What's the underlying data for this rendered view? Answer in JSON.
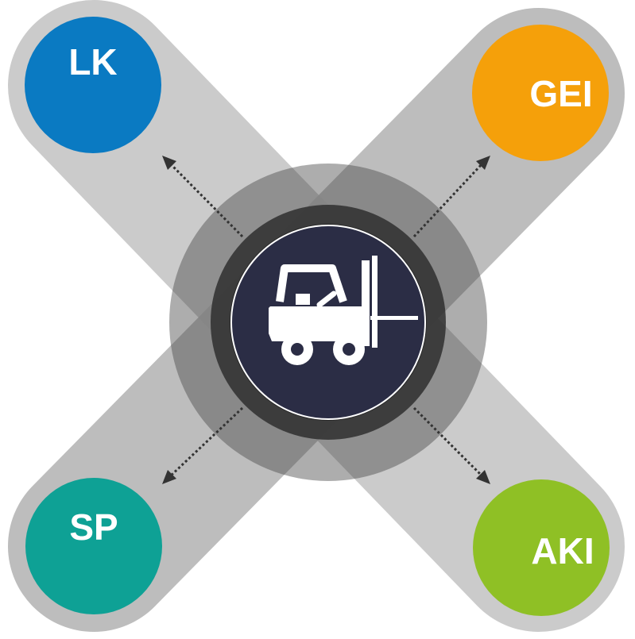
{
  "center": {
    "icon": "forklift-icon",
    "background_color": "#2b2d45"
  },
  "nodes": [
    {
      "id": "lk",
      "label": "LK",
      "color": "#0a7ac2"
    },
    {
      "id": "gei",
      "label": "GEI",
      "color": "#f5a00a"
    },
    {
      "id": "sp",
      "label": "SP",
      "color": "#0ea195"
    },
    {
      "id": "aki",
      "label": "AKI",
      "color": "#8fc025"
    }
  ],
  "band_color": "#c5c5c5"
}
